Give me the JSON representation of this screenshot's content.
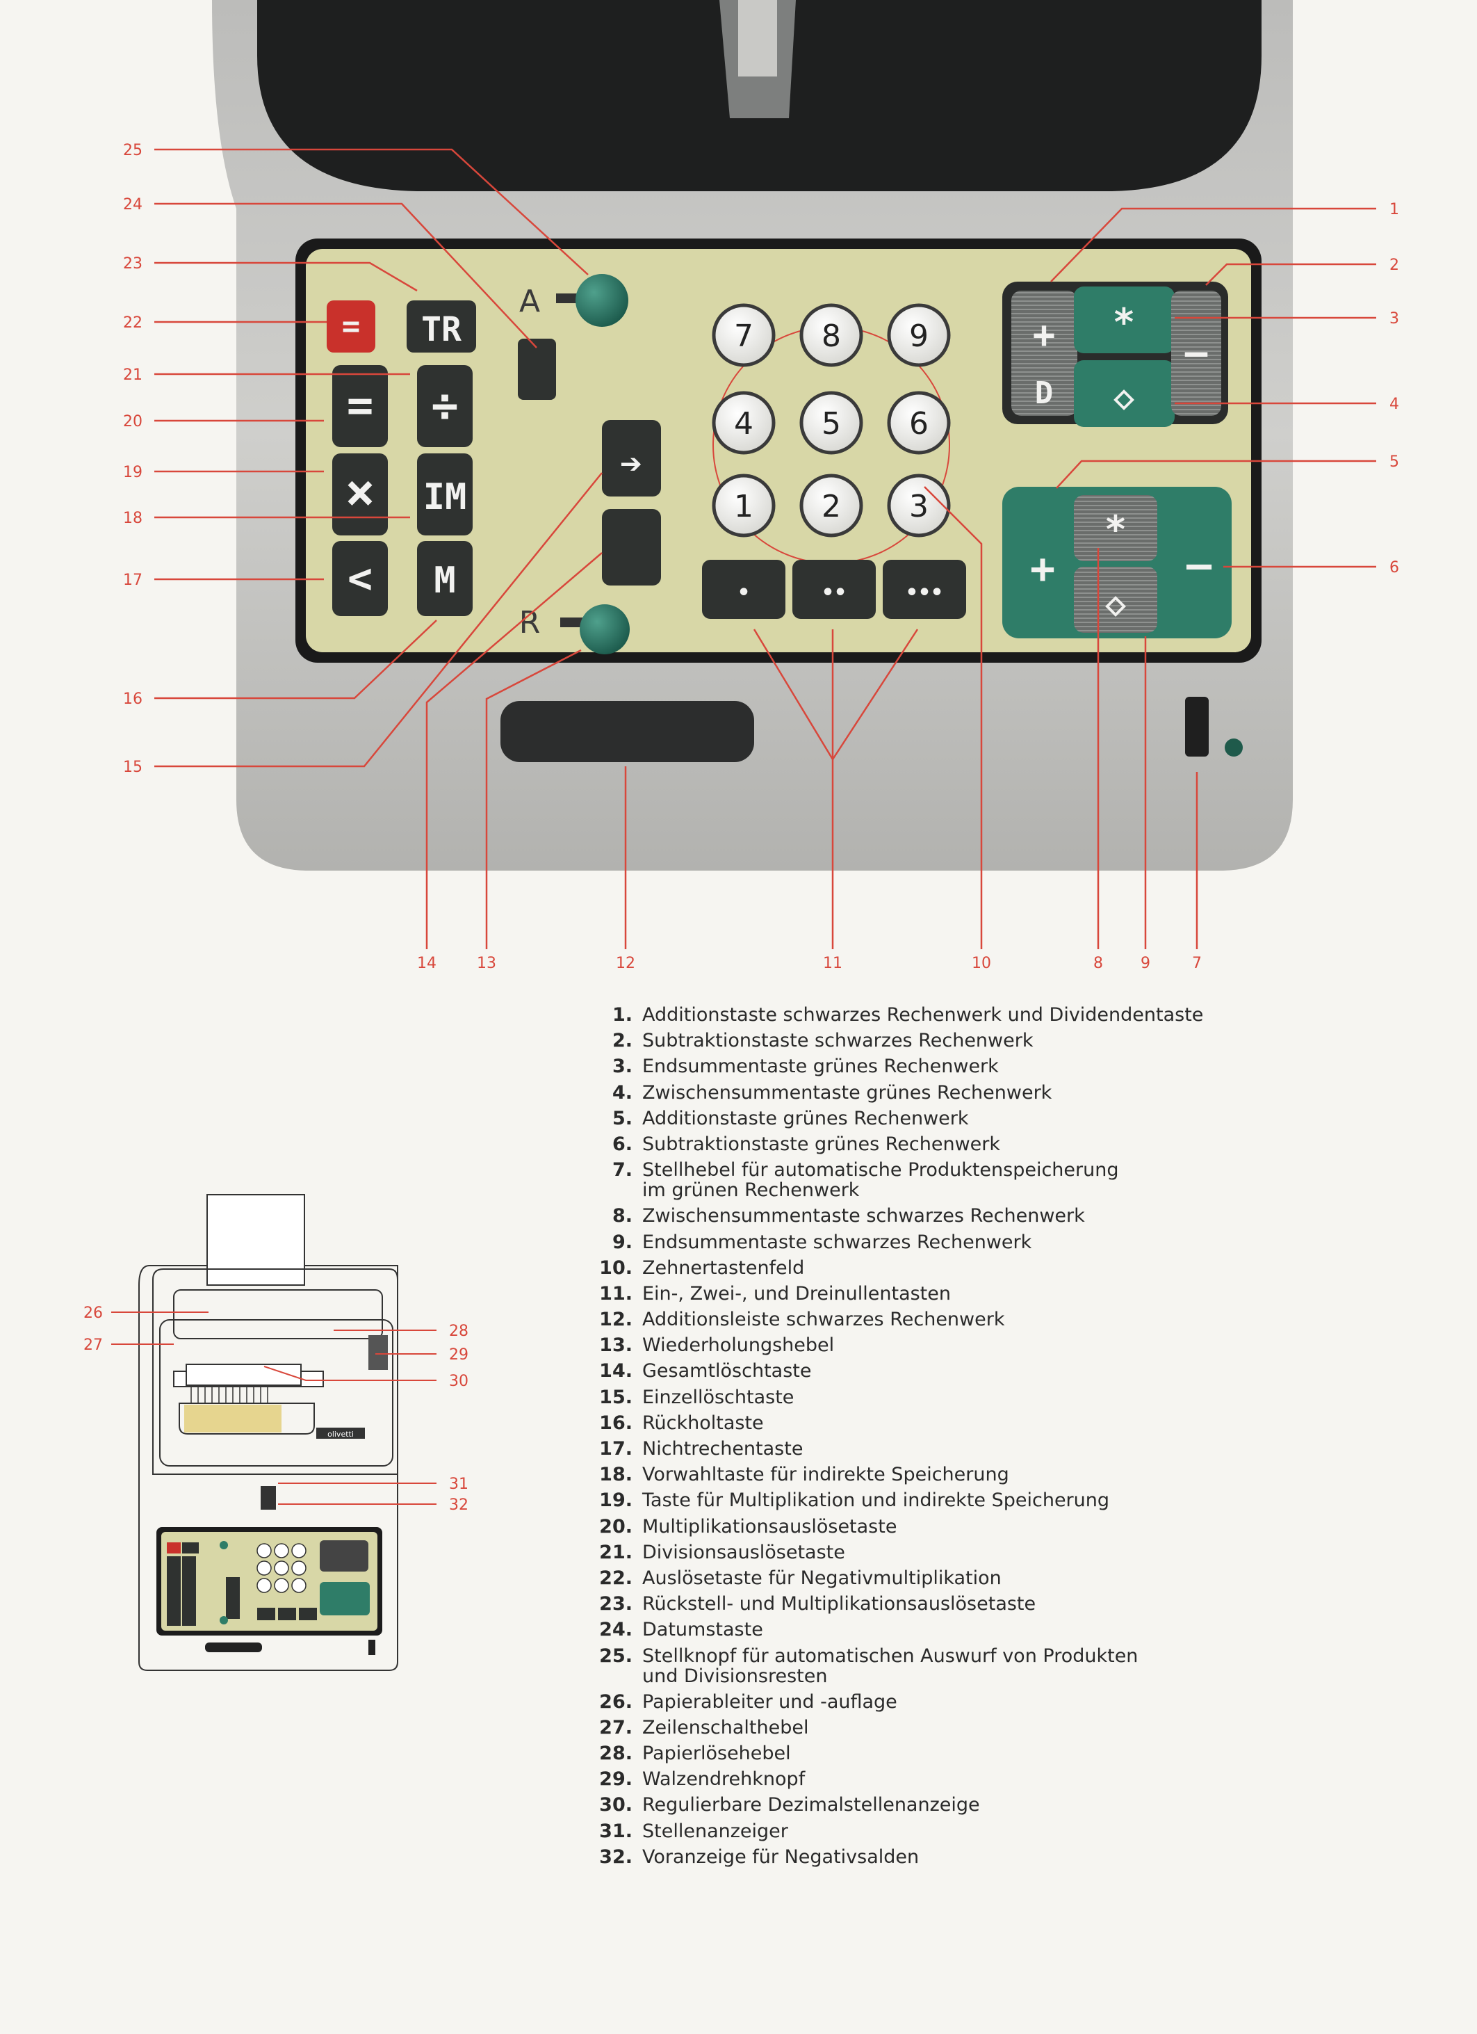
{
  "keyboard": {
    "letter_a": "A",
    "letter_r": "R",
    "keys": {
      "negmult": "=",
      "tr": "TR",
      "equals": "=",
      "divide": "÷",
      "times": "×",
      "im": "IM",
      "less": "<",
      "m": "M",
      "repeat": "➔",
      "plus_d_top": "+",
      "plus_d_bottom": "D",
      "star": "*",
      "diamond": "◇",
      "minus": "–",
      "plus_green": "+",
      "minus_green": "–",
      "digits": [
        "7",
        "8",
        "9",
        "4",
        "5",
        "6",
        "1",
        "2",
        "3"
      ],
      "zeros": [
        "•",
        "••",
        "•••"
      ]
    }
  },
  "callouts": {
    "left": [
      "25",
      "24",
      "23",
      "22",
      "21",
      "20",
      "19",
      "18",
      "17",
      "16",
      "15"
    ],
    "right": [
      "1",
      "2",
      "3",
      "4",
      "5",
      "6"
    ],
    "bottom": [
      "14",
      "13",
      "12",
      "11",
      "10",
      "8",
      "9",
      "7"
    ]
  },
  "small_diagram": {
    "left_labels": [
      "26",
      "27"
    ],
    "right_labels": [
      "28",
      "29",
      "30",
      "31",
      "32"
    ],
    "brand": "olivetti"
  },
  "legend": [
    {
      "num": "1.",
      "text": "Additionstaste schwarzes Rechenwerk und Dividendentaste"
    },
    {
      "num": "2.",
      "text": "Subtraktionstaste schwarzes Rechenwerk"
    },
    {
      "num": "3.",
      "text": "Endsummentaste grünes Rechenwerk"
    },
    {
      "num": "4.",
      "text": "Zwischensummentaste grünes Rechenwerk"
    },
    {
      "num": "5.",
      "text": "Additionstaste grünes Rechenwerk"
    },
    {
      "num": "6.",
      "text": "Subtraktionstaste grünes Rechenwerk"
    },
    {
      "num": "7.",
      "text": "Stellhebel für automatische Produktenspeicherung",
      "text2": "im grünen Rechenwerk"
    },
    {
      "num": "8.",
      "text": "Zwischensummentaste schwarzes Rechenwerk"
    },
    {
      "num": "9.",
      "text": "Endsummentaste schwarzes Rechenwerk"
    },
    {
      "num": "10.",
      "text": "Zehnertastenfeld"
    },
    {
      "num": "11.",
      "text": "Ein-, Zwei-, und Dreinullentasten"
    },
    {
      "num": "12.",
      "text": "Additionsleiste schwarzes Rechenwerk"
    },
    {
      "num": "13.",
      "text": "Wiederholungshebel"
    },
    {
      "num": "14.",
      "text": "Gesamtlöschtaste"
    },
    {
      "num": "15.",
      "text": "Einzellöschtaste"
    },
    {
      "num": "16.",
      "text": "Rückholtaste"
    },
    {
      "num": "17.",
      "text": "Nichtrechentaste"
    },
    {
      "num": "18.",
      "text": "Vorwahltaste für indirekte Speicherung"
    },
    {
      "num": "19.",
      "text": "Taste für Multiplikation und indirekte Speicherung"
    },
    {
      "num": "20.",
      "text": "Multiplikationsauslösetaste"
    },
    {
      "num": "21.",
      "text": "Divisionsauslösetaste"
    },
    {
      "num": "22.",
      "text": "Auslösetaste für Negativmultiplikation"
    },
    {
      "num": "23.",
      "text": "Rückstell- und Multiplikationsauslösetaste"
    },
    {
      "num": "24.",
      "text": "Datumstaste"
    },
    {
      "num": "25.",
      "text": "Stellknopf für automatischen Auswurf von Produkten",
      "text2": "und Divisionsresten"
    },
    {
      "num": "26.",
      "text": "Papierableiter und -auflage"
    },
    {
      "num": "27.",
      "text": "Zeilenschalthebel"
    },
    {
      "num": "28.",
      "text": "Papierlösehebel"
    },
    {
      "num": "29.",
      "text": "Walzendrehknopf"
    },
    {
      "num": "30.",
      "text": "Regulierbare Dezimalstellenanzeige"
    },
    {
      "num": "31.",
      "text": "Stellenanzeiger"
    },
    {
      "num": "32.",
      "text": "Voranzeige für Negativsalden"
    }
  ]
}
